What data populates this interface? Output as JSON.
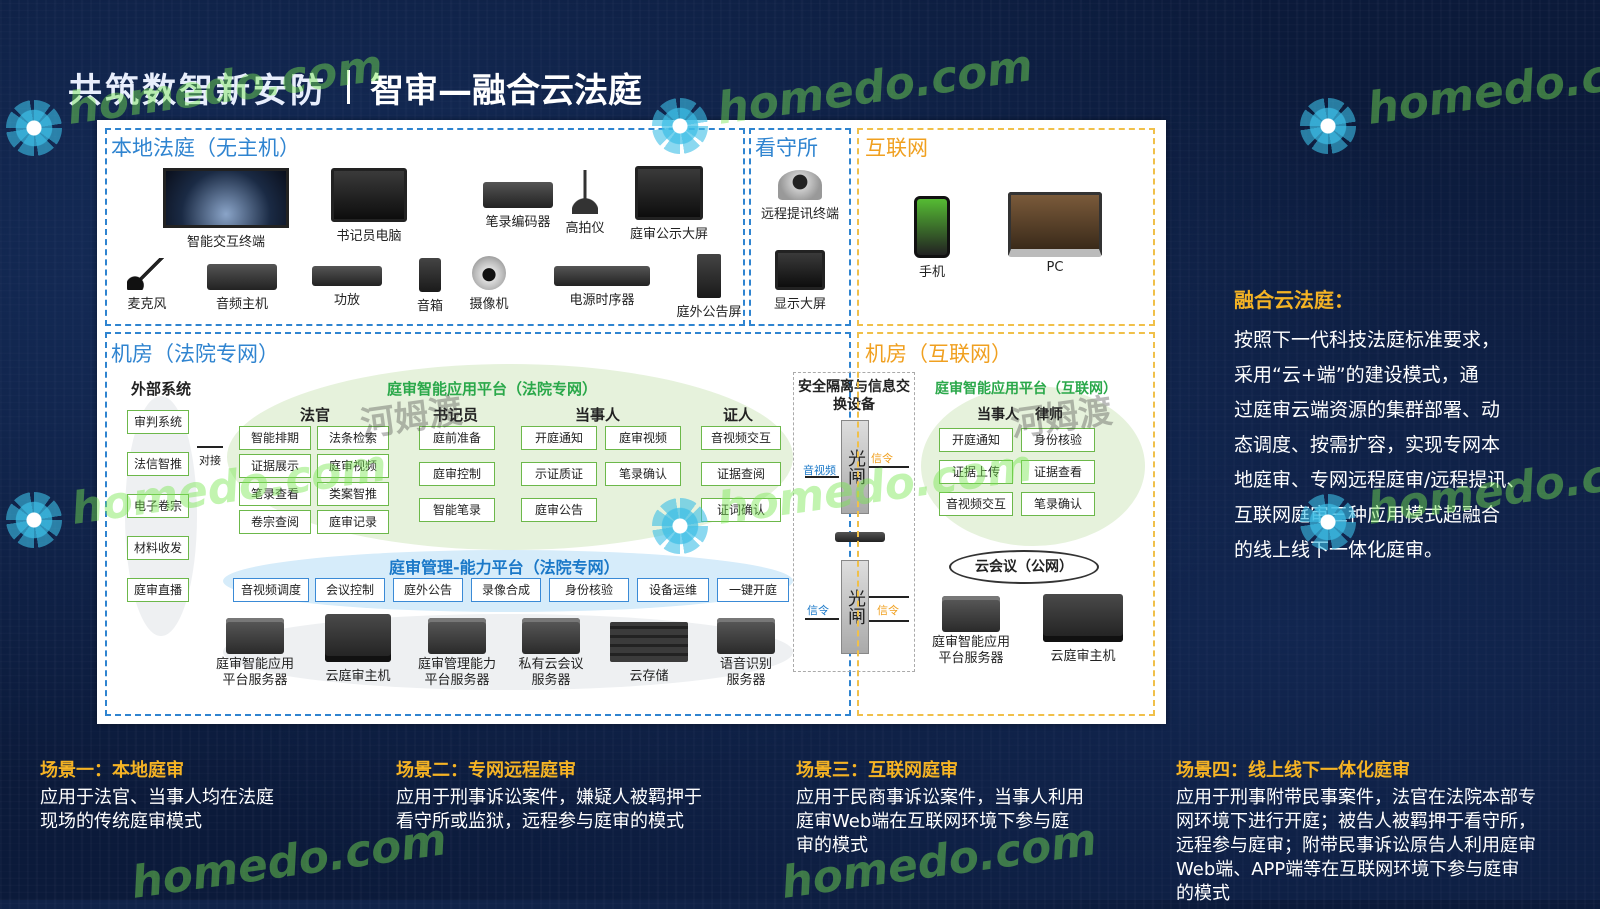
{
  "header": {
    "left": "共筑数智新安防",
    "right": "智审—融合云法庭"
  },
  "local_court": {
    "title": "本地法庭（无主机）",
    "row1": [
      "智能交互终端",
      "书记员电脑",
      "笔录编码器",
      "高拍仪",
      "庭审公示大屏"
    ],
    "row2": [
      "麦克风",
      "音频主机",
      "功放",
      "音箱",
      "摄像机",
      "电源时序器",
      "庭外公告屏"
    ]
  },
  "detention": {
    "title": "看守所",
    "items": [
      "远程提讯终端",
      "显示大屏"
    ]
  },
  "internet": {
    "title": "互联网",
    "items": [
      "手机",
      "PC"
    ]
  },
  "machine_room": {
    "title": "机房（法院专网）",
    "external": {
      "title": "外部系统",
      "items": [
        "审判系统",
        "法信智推",
        "电子卷宗",
        "材料收发",
        "庭审直播"
      ],
      "link": "对接"
    },
    "app_platform": {
      "title": "庭审智能应用平台（法院专网）",
      "groups": [
        {
          "name": "法官",
          "items": [
            "智能排期",
            "法条检索",
            "证据展示",
            "庭审视频",
            "笔录查看",
            "类案智推",
            "卷宗查阅",
            "庭审记录"
          ]
        },
        {
          "name": "书记员",
          "items": [
            "庭前准备",
            "庭审控制",
            "智能笔录"
          ]
        },
        {
          "name": "当事人",
          "items": [
            "开庭通知",
            "庭审视频",
            "示证质证",
            "笔录确认",
            "庭审公告"
          ]
        },
        {
          "name": "证人",
          "items": [
            "音视频交互",
            "证据查阅",
            "证词确认"
          ]
        }
      ]
    },
    "mgmt_platform": {
      "title": "庭审管理-能力平台（法院专网）",
      "items": [
        "音视频调度",
        "会议控制",
        "庭外公告",
        "录像合成",
        "身份核验",
        "设备运维",
        "一键开庭"
      ]
    },
    "servers": [
      "庭审智能应用\n平台服务器",
      "云庭审主机",
      "庭审管理能力\n平台服务器",
      "私有云会议\n服务器",
      "云存储",
      "语音识别\n服务器"
    ]
  },
  "isolation": {
    "title": "安全隔离与信息交换设备",
    "gate": "光闸",
    "labels": [
      "音视频",
      "信令",
      "信令",
      "信令"
    ]
  },
  "internet_room": {
    "title": "机房（互联网）",
    "app_platform": {
      "title": "庭审智能应用平台（互联网）",
      "groups": [
        {
          "name": "当事人"
        },
        {
          "name": "律师"
        }
      ],
      "items": [
        "开庭通知",
        "身份核验",
        "证据上传",
        "证据查看",
        "音视频交互",
        "笔录确认"
      ]
    },
    "cloud": "云会议（公网）",
    "servers": [
      "庭审智能应用\n平台服务器",
      "云庭审主机"
    ]
  },
  "summary": {
    "title": "融合云法庭：",
    "lines": [
      "按照下一代科技法庭标准要求，",
      "采用“云+端”的建设模式，通",
      "过庭审云端资源的集群部署、动",
      "态调度、按需扩容，实现专网本",
      "地庭审、专网远程庭审/远程提讯、",
      "互联网庭审三种应用模式超融合",
      "的线上线下一体化庭审。"
    ]
  },
  "scenes": [
    {
      "title": "场景一：本地庭审",
      "desc": "应用于法官、当事人均在法庭现场的传统庭审模式"
    },
    {
      "title": "场景二：专网远程庭审",
      "desc": "应用于刑事诉讼案件，嫌疑人被羁押于看守所或监狱，远程参与庭审的模式"
    },
    {
      "title": "场景三：互联网庭审",
      "desc": "应用于民商事诉讼案件，当事人利用庭审Web端在互联网环境下参与庭审的模式"
    },
    {
      "title": "场景四：线上线下一体化庭审",
      "desc": "应用于刑事附带民事案件，法官在法院本部专网环境下进行开庭；被告人被羁押于看守所，远程参与庭审；附带民事诉讼原告人利用庭审Web端、APP端等在互联网环境下参与庭审的模式"
    }
  ],
  "watermark": {
    "text": "homedo.com",
    "cn": "河姆渡"
  },
  "colors": {
    "background": "#0b1a3a",
    "accent": "#f5b324",
    "blue": "#2f84d0",
    "green": "#2aa84a",
    "yellow": "#f0c04a"
  }
}
